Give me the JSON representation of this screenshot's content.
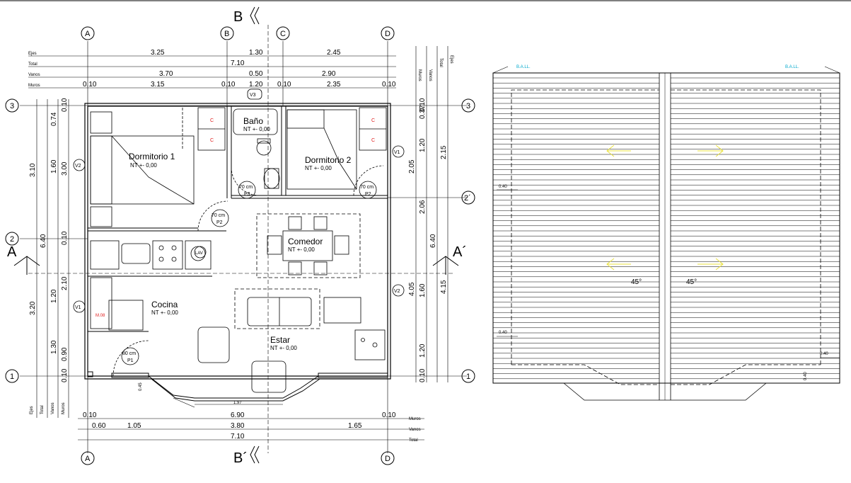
{
  "rows": {
    "ejes": "Ejes",
    "total": "Total",
    "vanos": "Vanos",
    "muros": "Muros"
  },
  "grid": {
    "a": "A",
    "b": "B",
    "c": "C",
    "d": "D",
    "r1": "1",
    "r2": "2",
    "r3": "3",
    "r2p": "2´"
  },
  "section": {
    "b_top": "B",
    "b_bottom": "B´",
    "a_left": "A",
    "a_right": "A´"
  },
  "top_dims": {
    "ejes": [
      "3.25",
      "1.30",
      "2.45"
    ],
    "total": "7.10",
    "vanos": [
      "3.70",
      "0.50",
      "2.90"
    ],
    "muros": [
      "0.10",
      "3.15",
      "0.10",
      "1.20",
      "0.10",
      "2.35",
      "0.10"
    ]
  },
  "bottom_dims": {
    "muros": [
      "0.10",
      "6.90",
      "0.10"
    ],
    "vanos": [
      "0.60",
      "1.05",
      "3.80",
      "1.65"
    ],
    "total": "7.10"
  },
  "left_dims": {
    "ejes": [
      "3.10",
      "3.20"
    ],
    "total": "6.40",
    "vanos": [
      "1.60",
      "2.10",
      "1.30"
    ],
    "muros": [
      "0.74",
      "3.00",
      "1.20",
      "0.90",
      "0.10",
      "0.10",
      "0.10"
    ]
  },
  "right_dims": {
    "muros": [
      "0.10",
      "0.37",
      "1.20",
      "2.06",
      "1.60",
      "1.20",
      "0.10"
    ],
    "vanos": [
      "2.05",
      "4.05"
    ],
    "total": "6.40",
    "ejes": [
      "2.15",
      "4.15"
    ]
  },
  "rooms": {
    "dorm1": "Dormitorio 1",
    "dorm2": "Dormitorio 2",
    "bano": "Baño",
    "comedor": "Comedor",
    "cocina": "Cocina",
    "estar": "Estar",
    "nt": "NT +- 0,00"
  },
  "doors": {
    "p1": "P1",
    "p2": "P2",
    "p3": "P3",
    "p2b": "P2",
    "w70a": "70 cm",
    "w70b": "70 cm",
    "w70c": "70 cm",
    "w80": "80 cm"
  },
  "windows": {
    "v1a": "V1",
    "v1b": "V1",
    "v2a": "V2",
    "v2b": "V2",
    "v3": "V3"
  },
  "misc": {
    "closet": "C",
    "lav": "LAV",
    "m08": "M.08",
    "dim_197": "1.97",
    "dim_045": "0.45"
  },
  "roof": {
    "bajada_left": "B.A.LL.",
    "bajada_right": "B.A.LL.",
    "slope_left": "45°",
    "slope_right": "45°",
    "overhang_1": "0.40",
    "overhang_2": "0.40",
    "overhang_3": "0.40",
    "overhang_4": "0.40"
  },
  "colors": {
    "line": "#000000",
    "accent_red": "#e02020",
    "accent_cyan": "#00a8cc",
    "accent_yellow": "#e8e040"
  }
}
